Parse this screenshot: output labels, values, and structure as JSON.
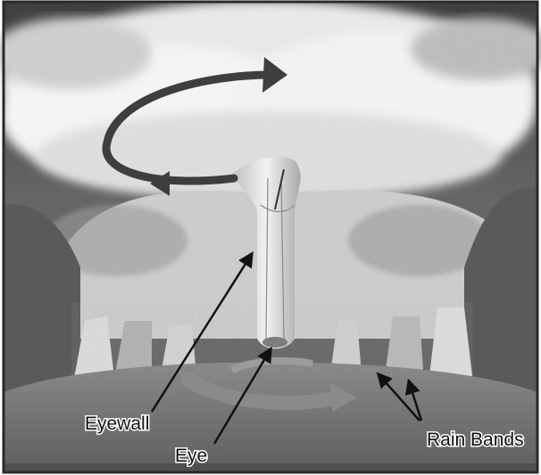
{
  "labels": {
    "eyewall": "Eyewall",
    "eye": "Eye",
    "rain_bands": "Rain Bands"
  },
  "palette": {
    "frame": "#3a3a3a",
    "sky_dark": "#4a4a4a",
    "cloud_white": "#f4f4f4",
    "cloud_grey": "#c8c8c8",
    "ground": "#6a6a6a",
    "arrow_fill": "#5c5c5c",
    "label_text": "#111111"
  }
}
